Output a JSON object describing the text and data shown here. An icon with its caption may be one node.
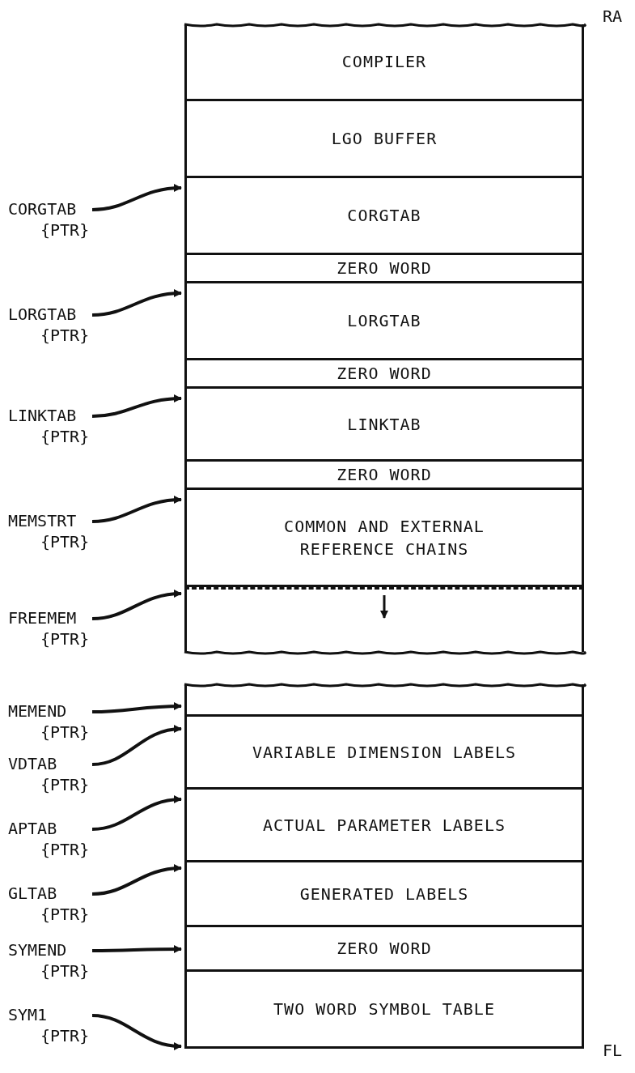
{
  "diagram": {
    "nodes": [
      {
        "text": [
          "COMPILER"
        ]
      },
      {
        "text": [
          "LGO BUFFER"
        ]
      },
      {
        "text": [
          "CORGTAB"
        ]
      },
      {
        "text": [
          "ZERO WORD"
        ]
      },
      {
        "text": [
          "LORGTAB"
        ]
      },
      {
        "text": [
          "ZERO WORD"
        ]
      },
      {
        "text": [
          "LINKTAB"
        ]
      },
      {
        "text": [
          "ZERO WORD"
        ]
      },
      {
        "text": [
          "COMMON AND EXTERNAL REFERENCE CHAINS"
        ]
      },
      {
        "text": [],
        "shape": "box"
      },
      {
        "text": [],
        "shape": "box"
      },
      {
        "text": [
          "VARIABLE DIMENSION LABELS"
        ]
      },
      {
        "text": [
          "ACTUAL PARAMETER LABELS"
        ]
      },
      {
        "text": [
          "GENERATED LABELS"
        ]
      },
      {
        "text": [
          "ZERO WORD"
        ]
      },
      {
        "text": [
          "TWO WORD SYMBOL TABLE"
        ]
      },
      {
        "text": [
          "CORGTAB",
          "{PTR}"
        ]
      },
      {
        "text": [
          "LORGTAB",
          "{PTR}"
        ]
      },
      {
        "text": [
          "LINKTAB",
          "{PTR}"
        ]
      },
      {
        "text": [
          "MEMSTRT",
          "{PTR}"
        ]
      },
      {
        "text": [
          "FREEMEM",
          "{PTR}"
        ]
      },
      {
        "text": [
          "MEMEND",
          "{PTR}"
        ]
      },
      {
        "text": [
          "VDTAB",
          "{PTR}"
        ]
      },
      {
        "text": [
          "APTAB",
          "{PTR}"
        ]
      },
      {
        "text": [
          "GLTAB",
          "{PTR}"
        ]
      },
      {
        "text": [
          "SYMEND",
          "{PTR}"
        ]
      },
      {
        "text": [
          "SYM1",
          "{PTR}"
        ]
      }
    ],
    "edges": [
      {
        "from": 16,
        "to": 2,
        "arrow": "to"
      },
      {
        "from": 17,
        "to": 4,
        "arrow": "to"
      },
      {
        "from": 18,
        "to": 6,
        "arrow": "to"
      },
      {
        "from": 19,
        "to": 8,
        "arrow": "to"
      },
      {
        "from": 20,
        "to": 9,
        "arrow": "to"
      },
      {
        "from": 21,
        "to": 10,
        "arrow": "to"
      },
      {
        "from": 22,
        "to": 11,
        "arrow": "to"
      },
      {
        "from": 23,
        "to": 12,
        "arrow": "to"
      },
      {
        "from": 24,
        "to": 13,
        "arrow": "to"
      },
      {
        "from": 25,
        "to": 14,
        "arrow": "to"
      },
      {
        "from": 26,
        "to": 15,
        "arrow": "to"
      }
    ],
    "labels": [
      "RA",
      "FL"
    ]
  }
}
